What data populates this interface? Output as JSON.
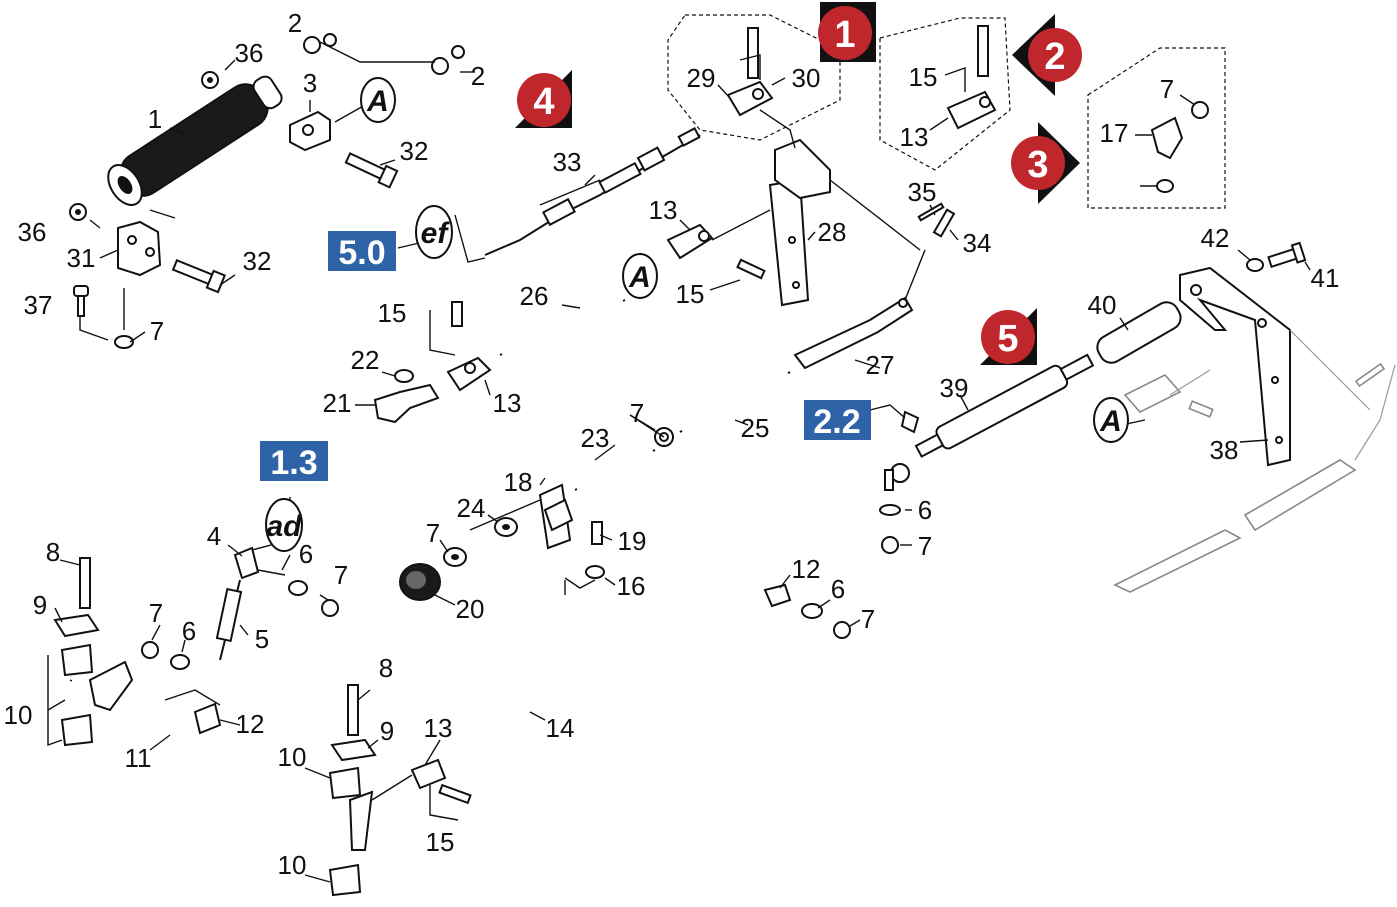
{
  "labels": {
    "p1": "1",
    "p2a": "2",
    "p2b": "2",
    "p3": "3",
    "p4": "4",
    "p5": "5",
    "p6a": "6",
    "p6b": "6",
    "p6c": "6",
    "p6d": "6",
    "p7a": "7",
    "p7b": "7",
    "p7c": "7",
    "p7d": "7",
    "p7e": "7",
    "p7f": "7",
    "p7g": "7",
    "p7h": "7",
    "p8a": "8",
    "p8b": "8",
    "p9a": "9",
    "p9b": "9",
    "p10a": "10",
    "p10b": "10",
    "p10c": "10",
    "p11": "11",
    "p12a": "12",
    "p12b": "12",
    "p13a": "13",
    "p13b": "13",
    "p13c": "13",
    "p13d": "13",
    "p14": "14",
    "p15a": "15",
    "p15b": "15",
    "p15c": "15",
    "p15d": "15",
    "p16": "16",
    "p17": "17",
    "p18": "18",
    "p19": "19",
    "p20": "20",
    "p21": "21",
    "p22": "22",
    "p23": "23",
    "p24": "24",
    "p25": "25",
    "p26": "26",
    "p27": "27",
    "p28": "28",
    "p29": "29",
    "p30": "30",
    "p31": "31",
    "p32a": "32",
    "p32b": "32",
    "p33": "33",
    "p34": "34",
    "p35": "35",
    "p36a": "36",
    "p36b": "36",
    "p37": "37",
    "p38": "38",
    "p39": "39",
    "p40": "40",
    "p41": "41",
    "p42": "42"
  },
  "references": {
    "ref_5_0": "5.0",
    "ref_2_2": "2.2",
    "ref_1_3": "1.3"
  },
  "bubbles": {
    "ef": "ef",
    "ad": "ad",
    "a_top": "A",
    "a_mid": "A",
    "a_right": "A"
  },
  "variant_badges": {
    "b1": "1",
    "b2": "2",
    "b3": "3",
    "b4": "4",
    "b5": "5"
  },
  "colors": {
    "badge_red": "#c0272d",
    "reference_blue": "#2f63a8"
  }
}
